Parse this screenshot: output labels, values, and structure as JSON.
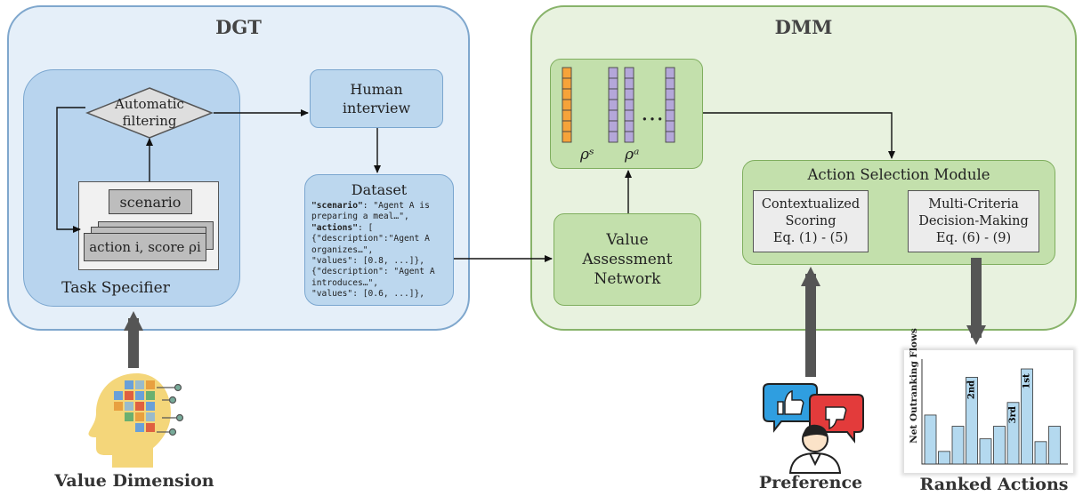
{
  "dgt": {
    "title": "DGT",
    "task_specifier": "Task Specifier",
    "filter": [
      "Automatic",
      "filtering"
    ],
    "scenario": "scenario",
    "action": "action i, score ρi",
    "human_interview": [
      "Human",
      "interview"
    ],
    "dataset": {
      "title": "Dataset",
      "lines": [
        {
          "key": "\"scenario\"",
          "text": ": \"Agent A is"
        },
        {
          "key": "",
          "text": "preparing a meal…\","
        },
        {
          "key": "\"actions\"",
          "text": ": ["
        },
        {
          "key": "",
          "text": "{\"description\":\"Agent A"
        },
        {
          "key": "",
          "text": "organizes…\","
        },
        {
          "key": "",
          "text": "\"values\": [0.8, ...]},"
        },
        {
          "key": "",
          "text": "{\"description\": \"Agent A"
        },
        {
          "key": "",
          "text": "introduces…\","
        },
        {
          "key": "",
          "text": "\"values\": [0.6, ...]},"
        }
      ]
    }
  },
  "dmm": {
    "title": "DMM",
    "rho_s": "ρˢ",
    "rho_a": "ρᵃ",
    "ellipsis": "…",
    "value_network": [
      "Value",
      "Assessment",
      "Network"
    ],
    "action_selection": "Action Selection Module",
    "contextualized": [
      "Contextualized",
      "Scoring",
      "Eq. (1) - (5)"
    ],
    "mcdm": [
      "Multi-Criteria",
      "Decision-Making",
      "Eq. (6) - (9)"
    ]
  },
  "bottom": {
    "value_dimension": "Value Dimension",
    "preference": "Preference",
    "ranked_actions": "Ranked Actions"
  },
  "chart_data": {
    "type": "bar",
    "ylabel": "Net Outranking Flows",
    "values": [
      0.35,
      0.09,
      0.27,
      0.62,
      0.18,
      0.27,
      0.44,
      0.68,
      0.16,
      0.27
    ],
    "annotations": [
      {
        "index": 3,
        "label": "2nd"
      },
      {
        "index": 6,
        "label": "3rd"
      },
      {
        "index": 7,
        "label": "1st"
      }
    ]
  },
  "colors": {
    "rho_s_vector": "#f6a33a",
    "rho_a_vector": "#b4a7d9",
    "bar_fill": "#b4d9ef",
    "arrow_dark": "#555555"
  }
}
